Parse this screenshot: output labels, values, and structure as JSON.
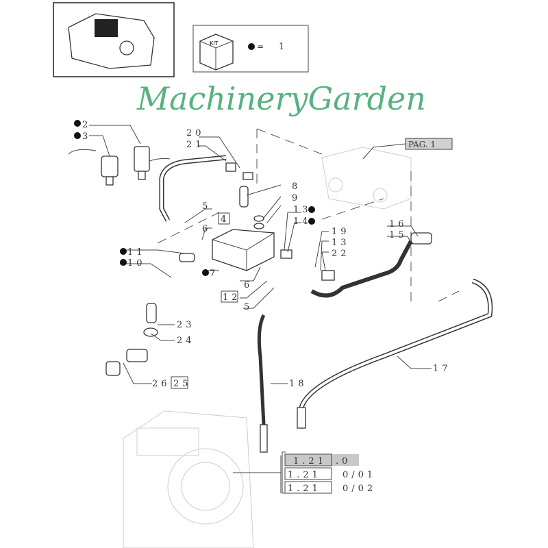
{
  "kit_legend": {
    "kit_label": "KIT",
    "equals": "=",
    "value": "1"
  },
  "page_ref": "PAG. 1",
  "callouts": {
    "c2": "2",
    "c3": "3",
    "c20": "20",
    "c21": "21",
    "c8": "8",
    "c9": "9",
    "c13a": "13",
    "c14": "14",
    "c5a": "5",
    "c4": "4",
    "c6a": "6",
    "c11": "11",
    "c10": "10",
    "c7": "7",
    "c6b": "6",
    "c12": "12",
    "c5b": "5",
    "c19": "19",
    "c13b": "13",
    "c22": "22",
    "c16": "16",
    "c15": "15",
    "c17": "17",
    "c18": "18",
    "c23": "23",
    "c24": "24",
    "c26": "26",
    "c25": "25"
  },
  "references": [
    {
      "code": "1.21",
      "suffix": ".0"
    },
    {
      "code": "1.21",
      "suffix": "0/01"
    },
    {
      "code": "1.21",
      "suffix": "0/02"
    }
  ],
  "watermark": "MachineryGarden",
  "colors": {
    "watermark": "#3aa56a",
    "highlight": "#c8c8c8"
  }
}
